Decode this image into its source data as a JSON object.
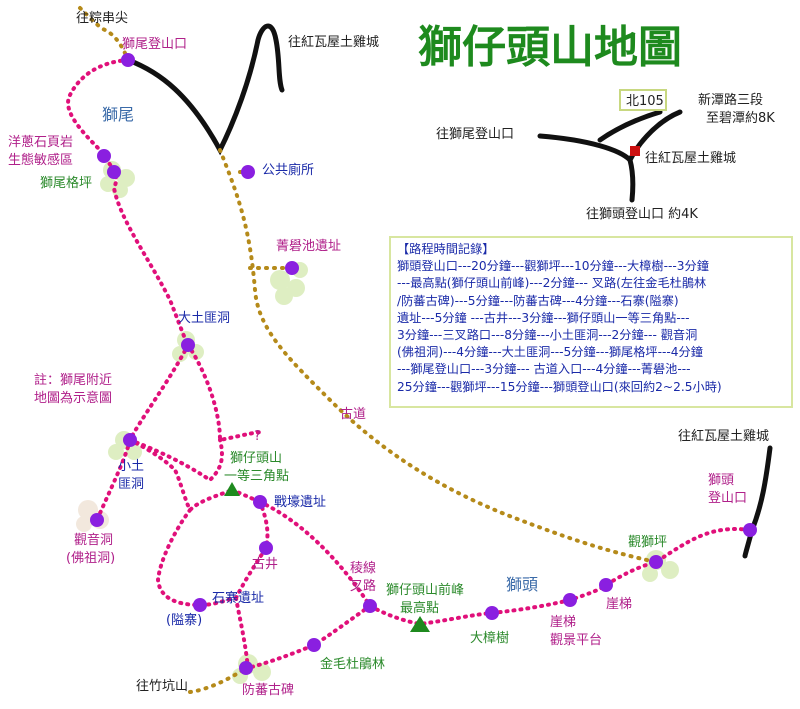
{
  "title": "獅仔頭山地圖",
  "labels": {
    "zongchuan": "往粽串尖",
    "shiwei_trailhead": "獅尾登山口",
    "hongwa_top": "往紅瓦屋土雞城",
    "shiwei": "獅尾",
    "yangcong_1": "洋蔥石頁岩",
    "yangcong_2": "生態敏感區",
    "shiwei_gaping": "獅尾格坪",
    "toilet": "公共廁所",
    "jingchi": "菁礐池遺址",
    "datu": "大土匪洞",
    "note_1": "註：獅尾附近",
    "note_2": "地圖為示意圖",
    "question": "?",
    "xiaotu_1": "小土",
    "xiaotu_2": "匪洞",
    "guanyin_1": "觀音洞",
    "guanyin_2": "(佛祖洞)",
    "triangle_1": "獅仔頭山",
    "triangle_2": "一等三角點",
    "zhanhao": "戰壕遺址",
    "gujing": "古井",
    "shizhai_1": "石寨遺址",
    "shizhai_2": "(隘寨)",
    "zhukeng": "往竹坑山",
    "fangfan": "防蕃古碑",
    "jinmao": "金毛杜鵑林",
    "lingxian_1": "稜線",
    "lingxian_2": "叉路",
    "front_peak_1": "獅仔頭山前峰",
    "front_peak_2": "最高點",
    "shitou": "獅頭",
    "dazhang": "大樟樹",
    "yati": "崖梯",
    "lookout_1": "崖梯",
    "lookout_2": "觀景平台",
    "guanshiping": "觀獅坪",
    "shitou_trailhead_1": "獅頭",
    "shitou_trailhead_2": "登山口",
    "hongwa_right": "往紅瓦屋土雞城",
    "gudao": "古道"
  },
  "inset": {
    "road_badge": "北105",
    "xintan_1": "新潭路三段",
    "xintan_2": "至碧潭約8K",
    "to_shiwei": "往獅尾登山口",
    "hongwa": "往紅瓦屋土雞城",
    "to_shitou": "往獅頭登山口 約4K"
  },
  "time_record": {
    "header": "【路程時間記錄】",
    "lines": [
      "獅頭登山口---20分鐘---觀獅坪---10分鐘---大樟樹---3分鐘",
      "---最高點(獅仔頭山前峰)---2分鐘--- 叉路(左往金毛杜鵑林",
      "/防蕃古碑)---5分鐘---防蕃古碑---4分鐘---石寨(隘寨)",
      "遺址---5分鐘 ---古井---3分鐘---獅仔頭山一等三角點---",
      "3分鐘---三叉路口---8分鐘---小土匪洞---2分鐘--- 觀音洞",
      "(佛祖洞)---4分鐘---大土匪洞---5分鐘---獅尾格坪---4分鐘",
      "---獅尾登山口---3分鐘--- 古道入口---4分鐘---菁礐池---",
      "25分鐘---觀獅坪---15分鐘---獅頭登山口(來回約2~2.5小時)"
    ]
  },
  "colors": {
    "title": "#1e8a1e",
    "trail": "#e0107a",
    "old_road": "#b58a1a",
    "poi": "#8a1fe0",
    "peak": "#1e8a1e",
    "label_poi": "#1a2aa8",
    "label_place": "#b0208a",
    "label_green": "#2b8a2b",
    "timebox_border": "#d8e6a0",
    "red_marker": "#cc1010"
  },
  "icons": {
    "poi": "purple-dot-icon",
    "peak": "green-triangle-icon",
    "tree": "tree-cluster-icon",
    "marker": "red-square-icon"
  }
}
